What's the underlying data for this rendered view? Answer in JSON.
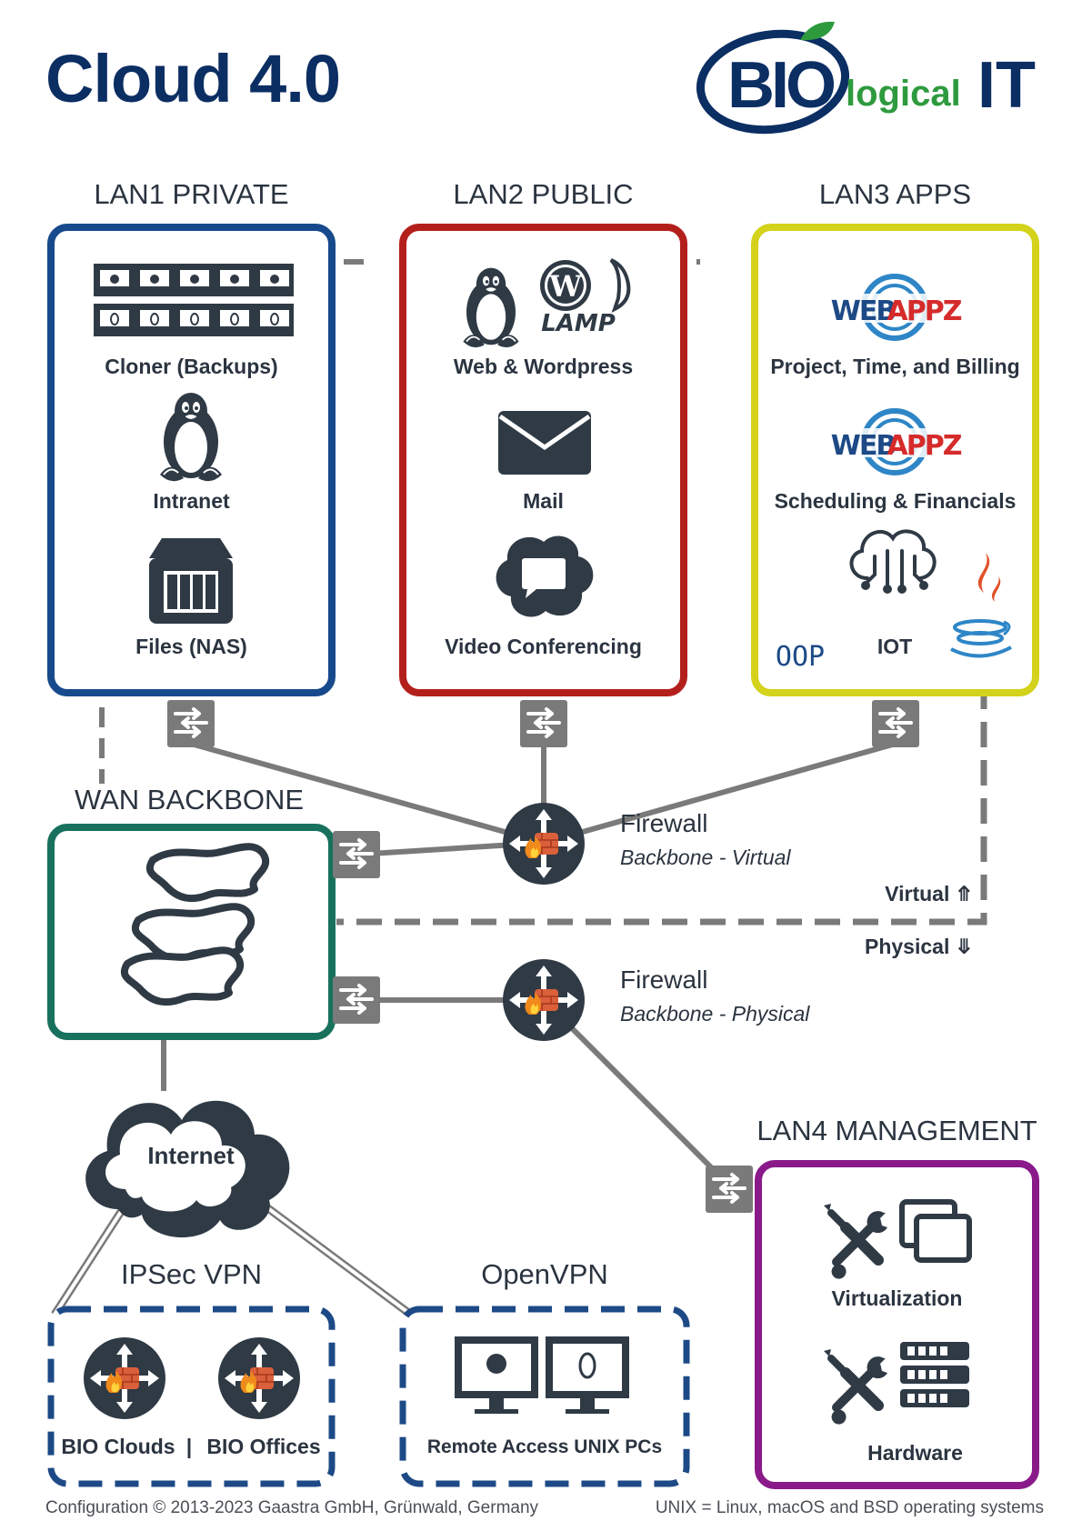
{
  "header": {
    "title": "Cloud 4.0",
    "logo": {
      "part1": "BIO",
      "part2": "logical",
      "part3": "IT",
      "color_dark": "#0b2e63",
      "color_green": "#2e9a3e"
    }
  },
  "sections": {
    "lan1": {
      "title": "LAN1 PRIVATE",
      "color": "#174a8c",
      "items": {
        "cloner": "Cloner (Backups)",
        "intranet": "Intranet",
        "files": "Files (NAS)"
      }
    },
    "lan2": {
      "title": "LAN2 PUBLIC",
      "color": "#b3201c",
      "items": {
        "web": "Web & Wordpress",
        "lamp": "LAMP",
        "mail": "Mail",
        "video": "Video Conferencing"
      }
    },
    "lan3": {
      "title": "LAN3 APPS",
      "color": "#d4d21a",
      "items": {
        "webappz": "WEBAPPZ",
        "project": "Project, Time, and Billing",
        "scheduling": "Scheduling & Financials",
        "iot": "IOT",
        "oop": "OOP"
      }
    },
    "wan": {
      "title": "WAN BACKBONE",
      "color": "#17715c"
    },
    "lan4": {
      "title": "LAN4 MANAGEMENT",
      "color": "#8a1a8a",
      "items": {
        "virtualization": "Virtualization",
        "hardware": "Hardware"
      }
    },
    "ipsec": {
      "title": "IPSec VPN",
      "items": {
        "clouds": "BIO Clouds",
        "sep": "|",
        "offices": "BIO Offices"
      }
    },
    "openvpn": {
      "title": "OpenVPN",
      "items": {
        "remote": "Remote Access UNIX PCs"
      }
    }
  },
  "firewalls": {
    "virtual": {
      "title": "Firewall",
      "subtitle": "Backbone - Virtual"
    },
    "physical": {
      "title": "Firewall",
      "subtitle": "Backbone - Physical"
    }
  },
  "links": {
    "virtual": "Virtual ⤊",
    "physical": "Physical ⤋"
  },
  "internet": {
    "label": "Internet"
  },
  "footer": {
    "left": "Configuration © 2013-2023 Gaastra GmbH, Grünwald, Germany",
    "right": "UNIX = Linux, macOS and BSD operating systems"
  },
  "colors": {
    "dark": "#2f3a45",
    "line": "#7a7a7a",
    "vpn": "#1d4a86",
    "fire": "#e0522a"
  }
}
